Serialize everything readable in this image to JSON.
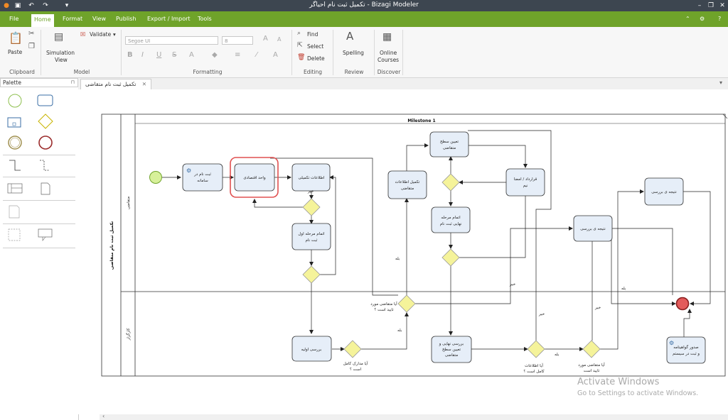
{
  "window": {
    "title": "تکمیل ثبت نام احیاگر - Bizagi Modeler"
  },
  "menu": {
    "tabs": [
      "File",
      "Home",
      "Format",
      "View",
      "Publish",
      "Export / Import",
      "Tools"
    ],
    "active": "Home"
  },
  "ribbon": {
    "paste": "Paste",
    "simulation_line1": "Simulation",
    "simulation_line2": "View",
    "validate": "Validate",
    "font_name": "Segoe UI",
    "font_size": "8",
    "find": "Find",
    "select": "Select",
    "delete": "Delete",
    "spelling": "Spelling",
    "online_line1": "Online",
    "online_line2": "Courses",
    "groups": {
      "clipboard": "Clipboard",
      "model": "Model",
      "formatting": "Formatting",
      "editing": "Editing",
      "review": "Review",
      "discover": "Discover"
    }
  },
  "palette": {
    "title": "Palette"
  },
  "doc_tab": {
    "label": "تکمیل ثبت نام متقاضی"
  },
  "diagram": {
    "pool": "تکمیل ثبت نام متقاضی",
    "lanes": {
      "applicant": "متقاضی",
      "staff": "کارگزار"
    },
    "milestone": "Milestone 1",
    "tasks": {
      "register": [
        "ثبت نام در",
        "سامانه"
      ],
      "economic_unit": [
        "واحد اقتصادی"
      ],
      "complementary_info": [
        "اطلاعات تکمیلی"
      ],
      "finish_stage1": [
        "اتمام مرحله اول",
        "ثبت نام"
      ],
      "initial_review": [
        "بررسی اولیه"
      ],
      "complete_applicant_info": [
        "تکمیل اطلاعات",
        "متقاضی"
      ],
      "determine_level": [
        "تعیین سطح",
        "متقاضی"
      ],
      "contract_sign": [
        "قرارداد / امضا",
        "نیم"
      ],
      "finish_final": [
        "اتمام مرحله",
        "نهایی ثبت نام"
      ],
      "final_review": [
        "بررسی نهایی و",
        "تعیین سطح",
        "متقاضی"
      ],
      "review_result1": [
        "نتیجه ی بررسی"
      ],
      "review_result2": [
        "نتیجه ی بررسی"
      ],
      "issue_certificate": [
        "صدور گواهینامه",
        "و ثبت در سیستم"
      ]
    },
    "gateways": {
      "docs_complete": [
        "آیا مدارک کامل",
        "است ؟"
      ],
      "applicant_approved": [
        "آیا متقاضی مورد",
        "تایید است ؟"
      ],
      "info_complete": [
        "آیا اطلاعات",
        "کامل است ؟"
      ],
      "applicant_approved2": [
        "آیا متقاضی مورد",
        "تایید است"
      ]
    },
    "flow_labels": {
      "yes": "بله",
      "no": "خیر"
    }
  },
  "watermark": {
    "line1": "Activate Windows",
    "line2": "Go to Settings to activate Windows."
  },
  "colors": {
    "brand": "#6fa32a",
    "highlight": "#e05050",
    "task_fill": "#e6eef8",
    "gateway_fill": "#f5f39a"
  }
}
